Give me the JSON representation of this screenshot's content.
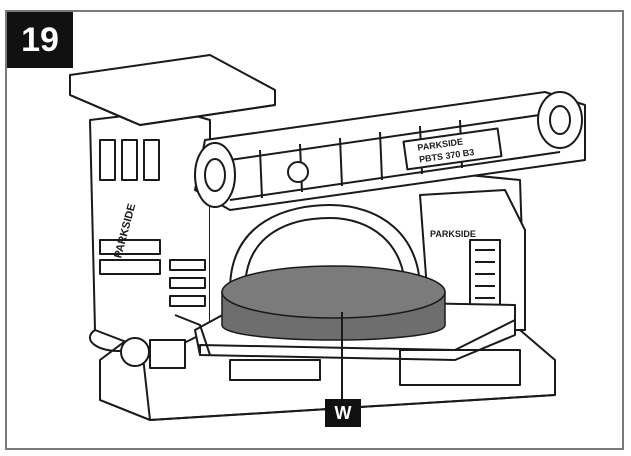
{
  "figure": {
    "number": "19"
  },
  "labels": {
    "workpiece": "W"
  },
  "nameplate": {
    "brand": "PARKSIDE",
    "model": "PBTS 370 B3"
  },
  "side_brand": {
    "left": "PARKSIDE",
    "right": "PARKSIDE"
  },
  "colors": {
    "line": "#1a1a1a",
    "workpiece": "#7b7b7b",
    "badge": "#111111",
    "frame": "#7a7a7a"
  }
}
